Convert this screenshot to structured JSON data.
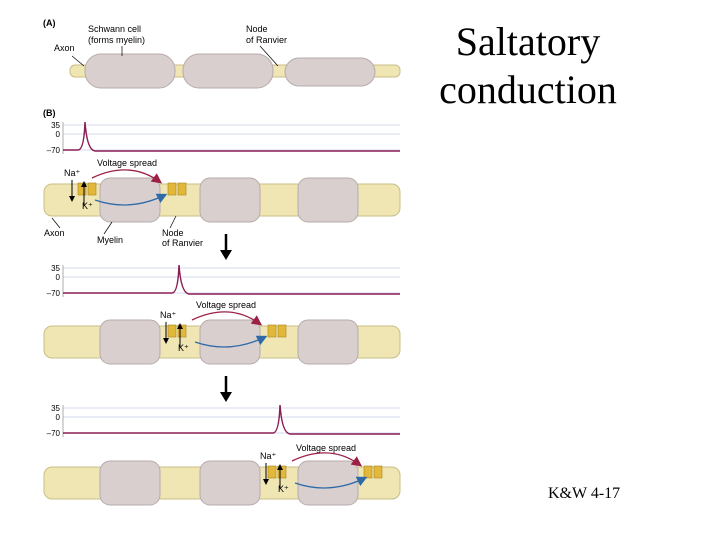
{
  "title": {
    "line1": "Saltatory",
    "line2": "conduction"
  },
  "caption": "K&W 4-17",
  "colors": {
    "axon": "#efe6b4",
    "axon_edge": "#c9bd86",
    "myelin": "#d9cfcf",
    "myelin_edge": "#b7abab",
    "trace": "#8a1f55",
    "voltage_arrow": "#9c2144",
    "current_arrow": "#2f6aa8",
    "channel": "#e2b83a",
    "grid": "#c9cfe6"
  },
  "panel_a": {
    "letter": "(A)",
    "schwann_label_1": "Schwann cell",
    "schwann_label_2": "(forms myelin)",
    "node_label_1": "Node",
    "node_label_2": "of Ranvier",
    "axon_label": "Axon"
  },
  "panel_b": {
    "letter": "(B)",
    "ticks": [
      "35",
      "0",
      "–70"
    ],
    "voltage_label": "Voltage spread",
    "na_label": "Na⁺",
    "k_label": "K⁺",
    "axon_label": "Axon",
    "myelin_label": "Myelin",
    "node_label_1": "Node",
    "node_label_2": "of Ranvier"
  }
}
